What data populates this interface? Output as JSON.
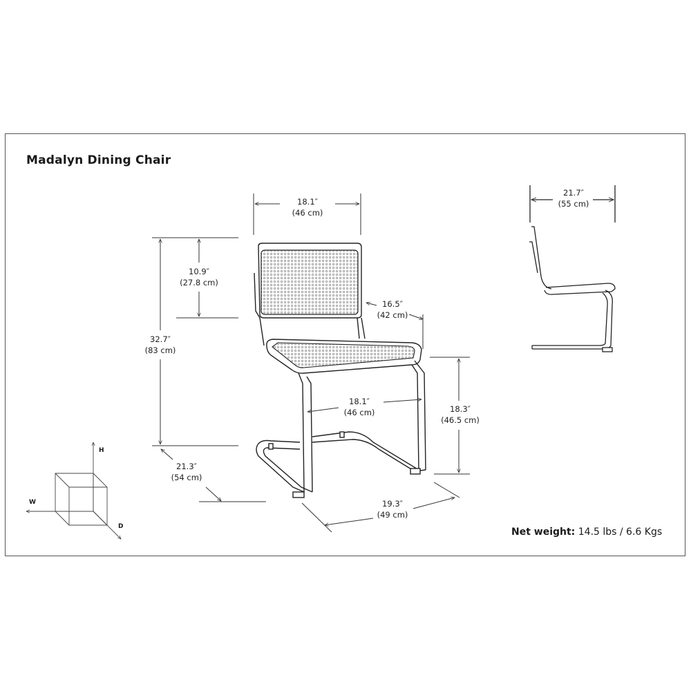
{
  "title": "Madalyn Dining Chair",
  "net_weight": {
    "label": "Net weight:",
    "value": "14.5 lbs / 6.6 Kgs"
  },
  "dimensions": {
    "top_width": {
      "in": "18.1″",
      "cm": "(46 cm)"
    },
    "back_height": {
      "in": "10.9″",
      "cm": "(27.8 cm)"
    },
    "overall_height": {
      "in": "32.7″",
      "cm": "(83 cm)"
    },
    "seat_depth": {
      "in": "16.5″",
      "cm": "(42 cm)"
    },
    "seat_width": {
      "in": "18.1″",
      "cm": "(46 cm)"
    },
    "seat_height": {
      "in": "18.3″",
      "cm": "(46.5 cm)"
    },
    "base_depth": {
      "in": "21.3″",
      "cm": "(54 cm)"
    },
    "base_width": {
      "in": "19.3″",
      "cm": "(49 cm)"
    },
    "side_depth": {
      "in": "21.7″",
      "cm": "(55 cm)"
    }
  },
  "axes": {
    "h": "H",
    "w": "W",
    "d": "D"
  }
}
